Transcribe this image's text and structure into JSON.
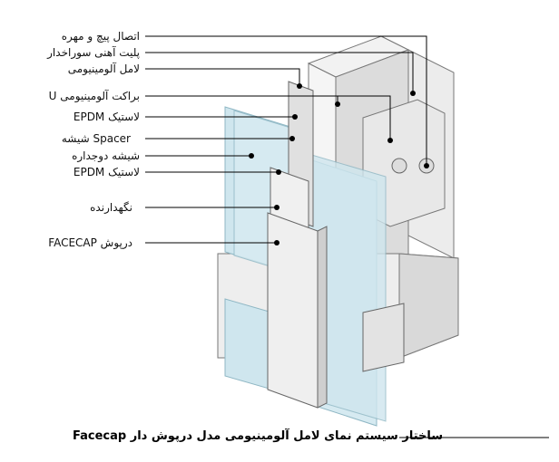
{
  "labels": [
    "اتصال پیچ و مهره",
    "پلیت آهنی سوراخدار",
    "لامل آلومینیومی",
    "براکت آلومینیومی U",
    "لاستیک EPDM",
    "Spacer شیشه",
    "شیشه دوجداره",
    "لاستیک EPDM",
    "نگهدارنده",
    "درپوش FACECAP"
  ],
  "caption": "ساختار سیستم نمای لامل آلومینیومی مدل درپوش دار Facecap",
  "colors": {
    "glass": "#cfe6ee",
    "glass_edge": "#8fb7c4",
    "metal": "#e6e6e6",
    "metal_dark": "#b8b8b8",
    "line": "#000000"
  }
}
